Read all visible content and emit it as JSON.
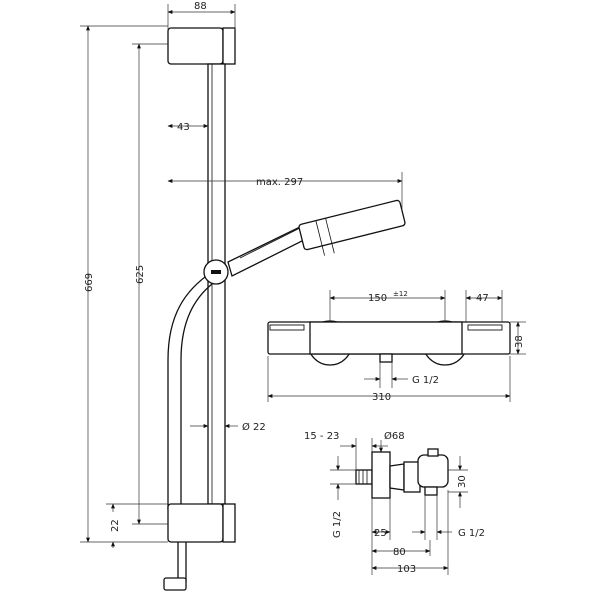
{
  "dimensions": {
    "rail": {
      "top_width": "88",
      "wall_offset": "43",
      "max_reach": "max. 297",
      "total_height": "669",
      "bar_height": "625",
      "bottom_offset": "22",
      "bar_diameter": "Ø 22"
    },
    "thermostat_front": {
      "center_distance": "150",
      "center_tolerance": "±12",
      "end_width": "47",
      "height": "38",
      "outlet_thread": "G 1/2",
      "total_width": "310"
    },
    "thermostat_side": {
      "projection_range": "15 - 23",
      "rosette_diameter": "Ø68",
      "inlet_thread": "G 1/2",
      "handle_offset": "30",
      "outlet_thread": "G 1/2",
      "depth_25": "25",
      "depth_80": "80",
      "depth_103": "103"
    }
  }
}
